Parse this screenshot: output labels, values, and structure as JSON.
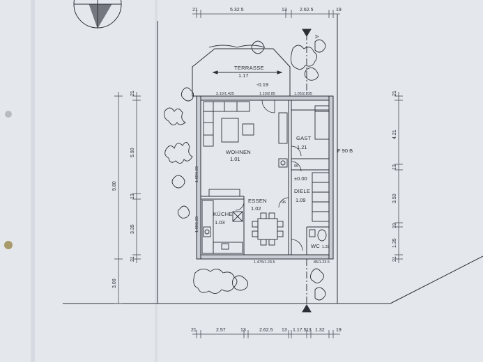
{
  "colors": {
    "paper": "#e4e7ec",
    "paper_shadow": "#cfd3da",
    "ink": "#2b2f36",
    "dim_ink": "#4a4f57",
    "wall_fill": "#c8ccd3"
  },
  "rooms": {
    "terrasse": {
      "name": "TERRASSE",
      "number": "1.17",
      "level": "-0.19"
    },
    "wohnen": {
      "name": "WOHNEN",
      "number": "1.01"
    },
    "gast": {
      "name": "GAST",
      "number": "1.21"
    },
    "essen": {
      "name": "ESSEN",
      "number": "1.02"
    },
    "kueche": {
      "name": "KÜCHE",
      "number": "1.03"
    },
    "diele": {
      "name": "DIELE",
      "number": "1.09",
      "level": "±0.00"
    },
    "wc": {
      "name": "WC",
      "number": "1.33"
    }
  },
  "labels": {
    "fire_door": "F 90 B",
    "door_top_left": "2.10/1.425",
    "door_top_mid": "1.10/2.85",
    "door_top_right": "1.05/2.235",
    "window_bottom_left": "1.475/1.23.5",
    "window_bottom_right": "85/1.23.5",
    "window_left_a": "1.69/1.23",
    "window_left_b": "1.69/1.23",
    "door_angle_a": "96",
    "door_angle_b": "96",
    "section_marker": "A"
  },
  "dimensions": {
    "top": [
      "21",
      "5.32.5",
      "13",
      "2.62.5",
      "19"
    ],
    "bottom": [
      "21",
      "2.57",
      "13",
      "2.62.5",
      "13",
      "1.17.5",
      "13",
      "1.32",
      "19"
    ],
    "left": [
      "21",
      "5.90",
      "13",
      "3.35",
      "21"
    ],
    "left_total": "9.80",
    "left_outer": "3.00",
    "right": [
      "21",
      "4.21",
      "13",
      "3.50",
      "19",
      "1.35",
      "21"
    ]
  }
}
